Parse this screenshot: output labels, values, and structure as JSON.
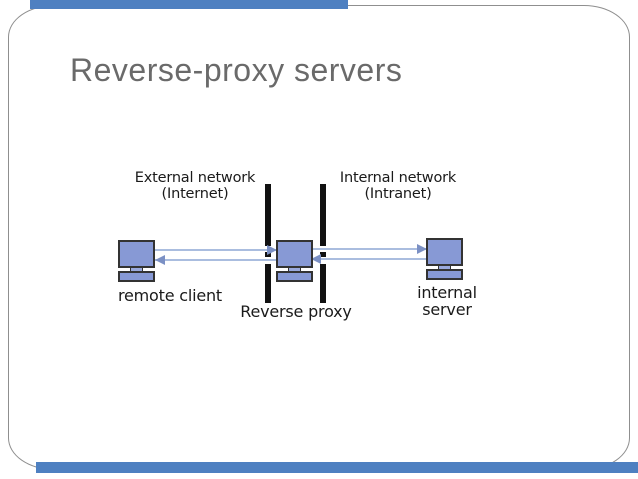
{
  "slide": {
    "title": "Reverse-proxy servers",
    "colors": {
      "accent_bar": "#4e80c1",
      "title_text": "#6a6a6a",
      "slide_border": "#8f8f8f",
      "computer_fill": "#8799d5",
      "computer_border": "#333333",
      "arrow_line": "#aabddf",
      "arrow_head": "#7b90c4",
      "firewall": "#111111",
      "label_text": "#1a1a1a"
    }
  },
  "diagram": {
    "external_network": {
      "line1": "External network",
      "line2": "(Internet)"
    },
    "internal_network": {
      "line1": "Internal network",
      "line2": "(Intranet)"
    },
    "remote_client_label": "remote client",
    "reverse_proxy_label": "Reverse proxy",
    "internal_server": {
      "line1": "internal",
      "line2": "server"
    }
  }
}
